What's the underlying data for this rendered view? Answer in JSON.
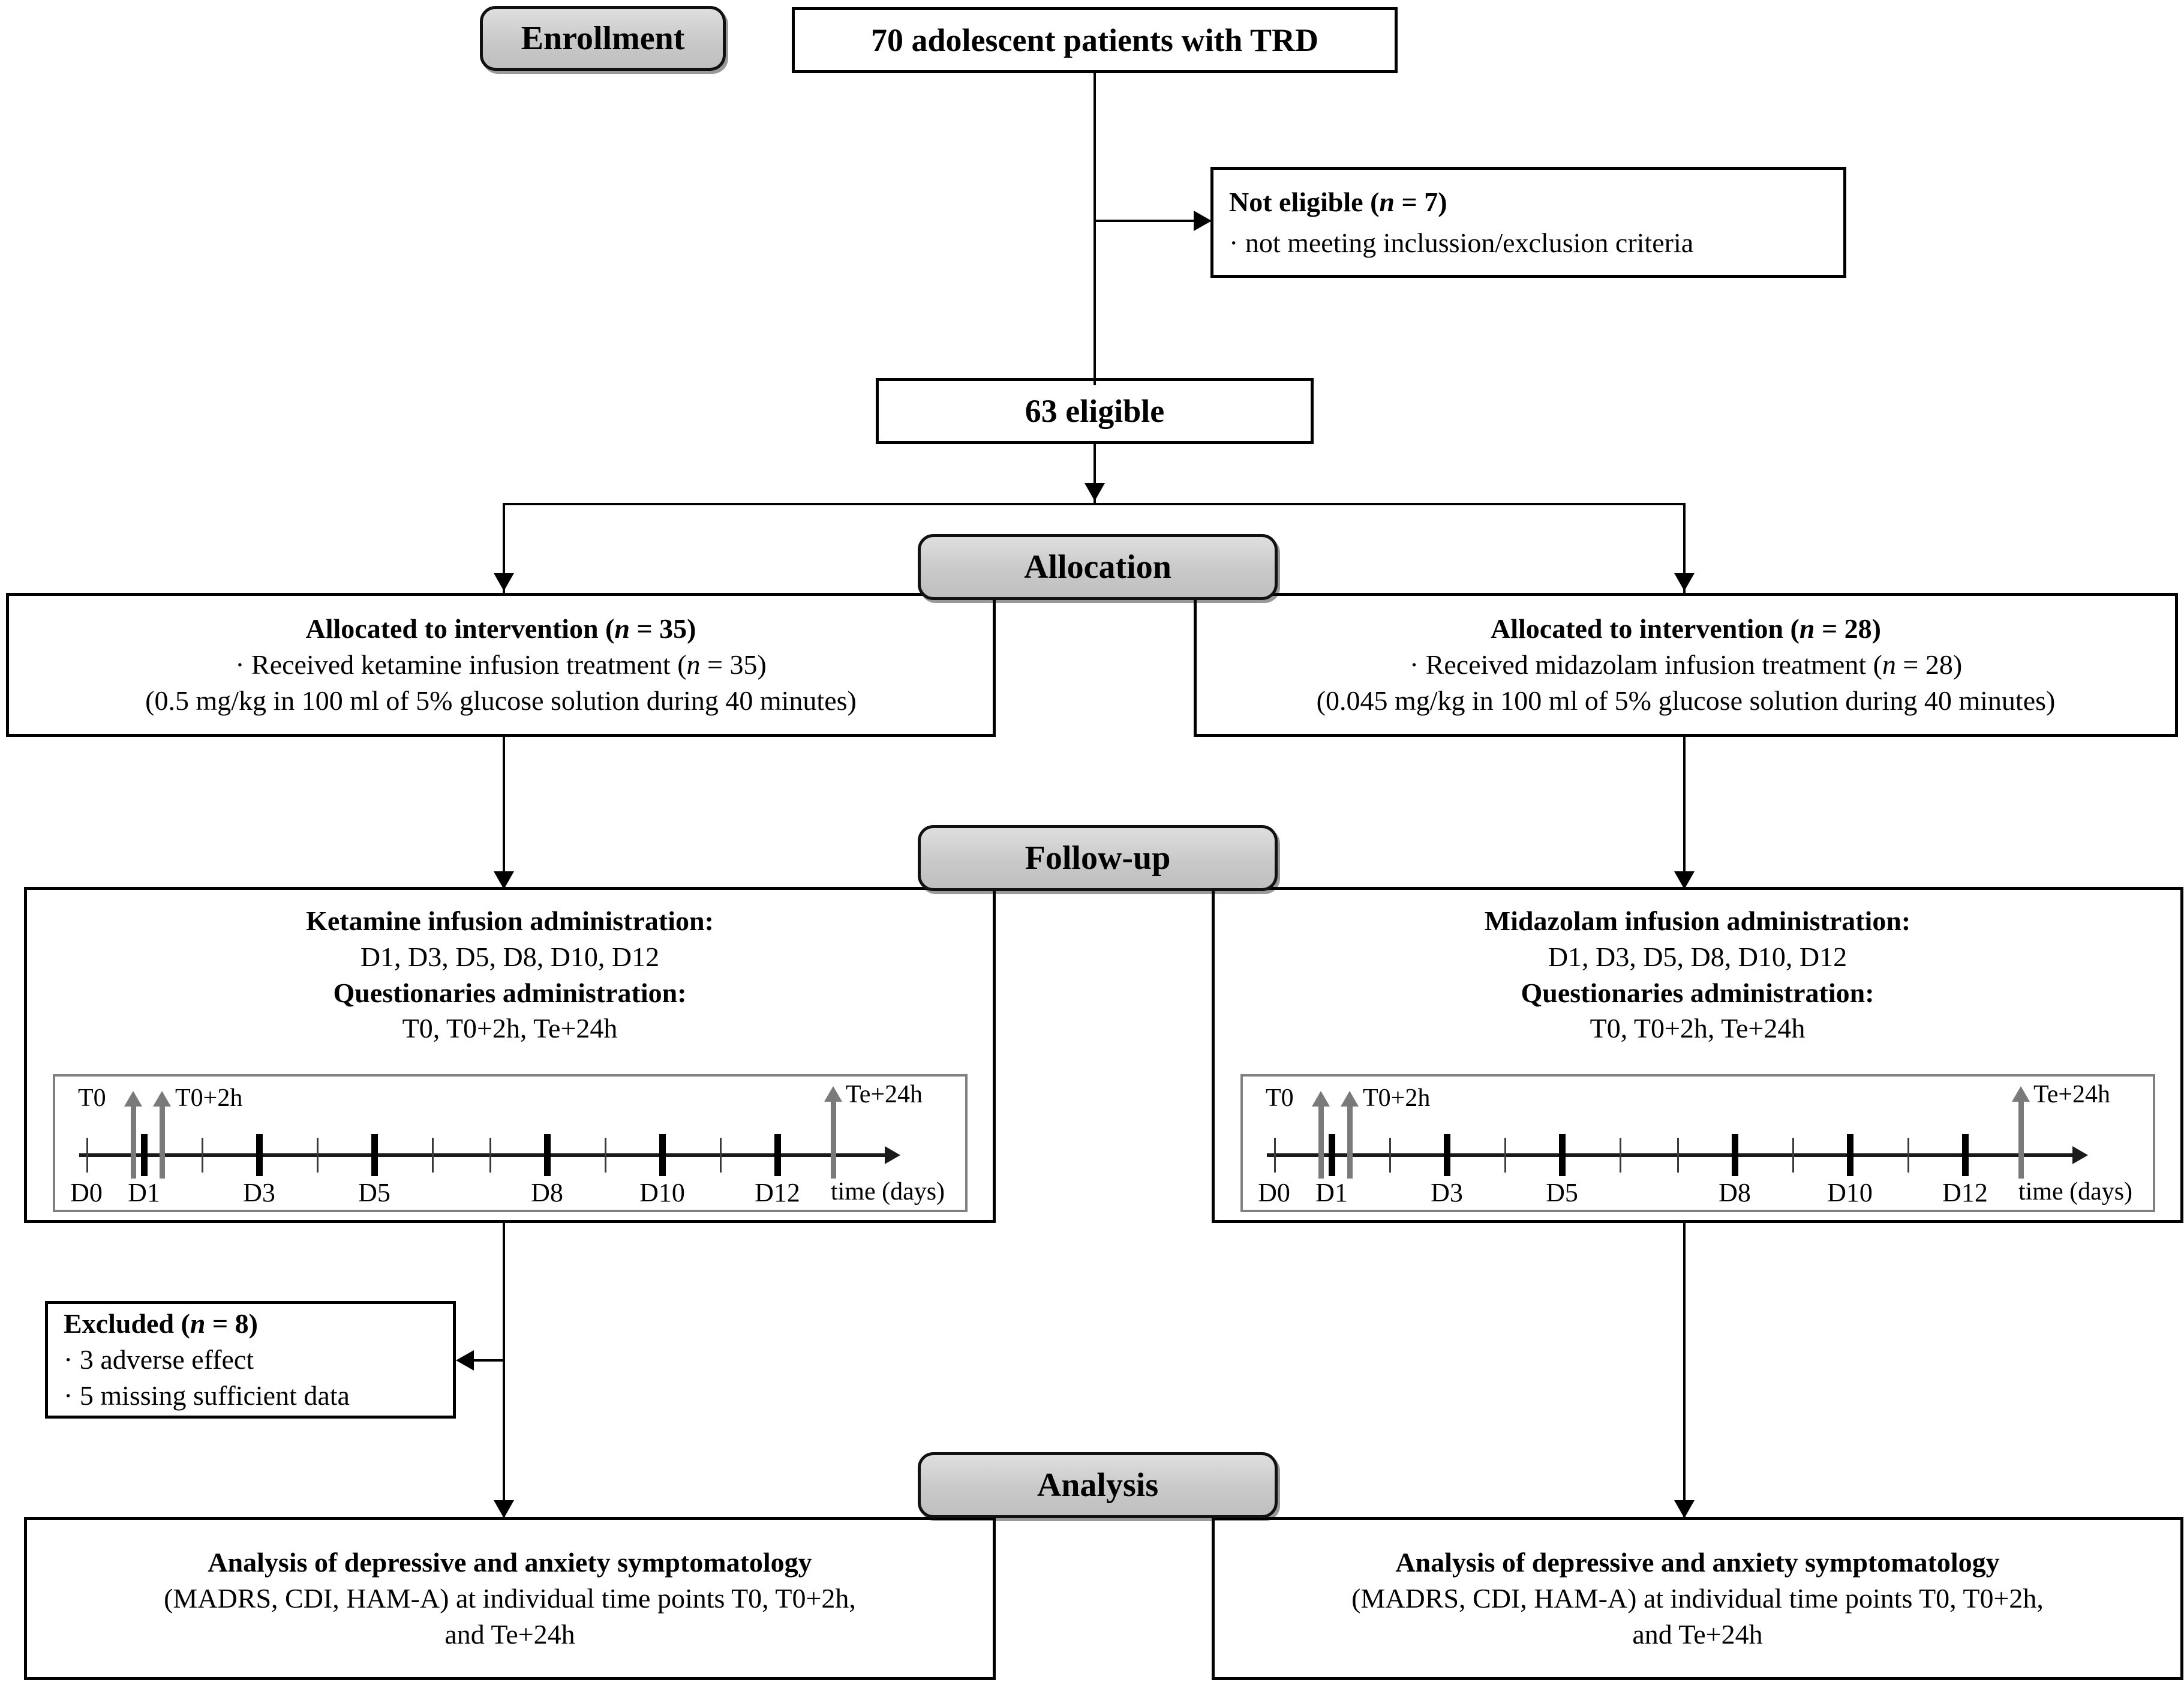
{
  "figure": {
    "type": "consort-flow-diagram",
    "title": "CONSORT flow diagram of adolescent TRD ketamine vs midazolam trial"
  },
  "stages": {
    "enrollment": "Enrollment",
    "allocation": "Allocation",
    "followup": "Follow-up",
    "analysis": "Analysis"
  },
  "enrollment": {
    "total": "70 adolescent patients with TRD",
    "not_eligible_title_pre": "Not eligible (",
    "not_eligible_n_italic": "n",
    "not_eligible_title_post": " = 7)",
    "not_eligible_reason": "· not meeting inclussion/exclusion criteria",
    "eligible": "63 eligible"
  },
  "arms": [
    {
      "id": "ketamine",
      "allocation": {
        "title_pre": "Allocated to intervention (",
        "title_n_italic": "n",
        "title_post": " = 35)",
        "line2_pre": "· Received ketamine infusion treatment (",
        "line2_n_italic": "n",
        "line2_post": " = 35)",
        "line3": "(0.5 mg/kg in 100 ml of 5% glucose solution during 40 minutes)"
      },
      "followup": {
        "infusion_heading": "Ketamine infusion administration:",
        "infusion_days": "D1, D3, D5, D8, D10, D12",
        "questionnaire_heading": "Questionaries administration:",
        "questionnaire_times": "T0, T0+2h, Te+24h"
      },
      "analysis": {
        "line1": "Analysis of depressive and anxiety symptomatology",
        "line2": "(MADRS, CDI, HAM-A) at individual time points T0, T0+2h,",
        "line3": "and Te+24h"
      }
    },
    {
      "id": "midazolam",
      "allocation": {
        "title_pre": "Allocated to intervention (",
        "title_n_italic": "n",
        "title_post": " = 28)",
        "line2_pre": "· Received midazolam infusion treatment (",
        "line2_n_italic": "n",
        "line2_post": " = 28)",
        "line3": "(0.045 mg/kg in 100 ml of 5% glucose solution during 40 minutes)"
      },
      "followup": {
        "infusion_heading": "Midazolam infusion administration:",
        "infusion_days": "D1, D3, D5, D8, D10, D12",
        "questionnaire_heading": "Questionaries administration:",
        "questionnaire_times": "T0, T0+2h, Te+24h"
      },
      "analysis": {
        "line1": "Analysis of depressive and anxiety symptomatology",
        "line2": "(MADRS, CDI, HAM-A) at individual time points T0, T0+2h,",
        "line3": "and Te+24h"
      }
    }
  ],
  "excluded": {
    "title_pre": "Excluded (",
    "title_n_italic": "n",
    "title_post": " = 8)",
    "reason1": "· 3 adverse effect",
    "reason2": "· 5 missing sufficient data"
  },
  "timeline": {
    "axis_label": "time (days)",
    "day_labels": [
      "D0",
      "D1",
      "D3",
      "D5",
      "D8",
      "D10",
      "D12"
    ],
    "day_label_values": [
      0,
      1,
      3,
      5,
      8,
      10,
      12
    ],
    "infusion_days": [
      1,
      3,
      5,
      8,
      10,
      12
    ],
    "minor_days": [
      0,
      2,
      4,
      6,
      7,
      9,
      11
    ],
    "all_days": [
      0,
      1,
      2,
      3,
      4,
      5,
      6,
      7,
      8,
      9,
      10,
      11,
      12
    ],
    "markers": [
      {
        "label": "T0",
        "day": 0.9,
        "label_side": "left"
      },
      {
        "label": "T0+2h",
        "day": 1.1,
        "label_side": "right"
      },
      {
        "label": "Te+24h",
        "day": 13.0,
        "label_side": "right"
      }
    ]
  },
  "colors": {
    "stage_fill": "#c9c9c9",
    "box_border": "#000000",
    "timeline_panel_border": "#808080",
    "marker_gray": "#7a7a7a",
    "background": "#ffffff"
  }
}
